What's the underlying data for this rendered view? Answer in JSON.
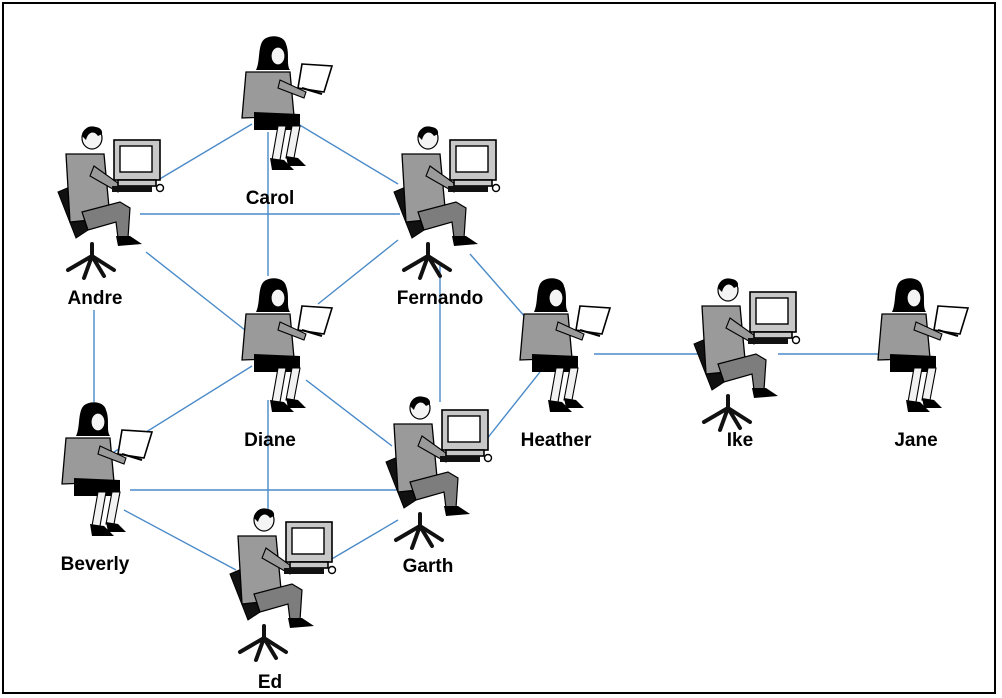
{
  "diagram": {
    "nodes": [
      {
        "id": "carol",
        "name": "Carol",
        "device": "tablet",
        "figure": "woman"
      },
      {
        "id": "andre",
        "name": "Andre",
        "device": "computer",
        "figure": "man"
      },
      {
        "id": "fernando",
        "name": "Fernando",
        "device": "computer",
        "figure": "man"
      },
      {
        "id": "diane",
        "name": "Diane",
        "device": "tablet",
        "figure": "woman"
      },
      {
        "id": "beverly",
        "name": "Beverly",
        "device": "tablet",
        "figure": "woman"
      },
      {
        "id": "garth",
        "name": "Garth",
        "device": "computer",
        "figure": "man"
      },
      {
        "id": "ed",
        "name": "Ed",
        "device": "computer",
        "figure": "man"
      },
      {
        "id": "heather",
        "name": "Heather",
        "device": "tablet",
        "figure": "woman"
      },
      {
        "id": "ike",
        "name": "Ike",
        "device": "computer",
        "figure": "man"
      },
      {
        "id": "jane",
        "name": "Jane",
        "device": "tablet",
        "figure": "woman"
      }
    ],
    "edges": [
      [
        "carol",
        "andre"
      ],
      [
        "carol",
        "fernando"
      ],
      [
        "carol",
        "diane"
      ],
      [
        "andre",
        "fernando"
      ],
      [
        "andre",
        "diane"
      ],
      [
        "andre",
        "beverly"
      ],
      [
        "fernando",
        "diane"
      ],
      [
        "fernando",
        "garth"
      ],
      [
        "fernando",
        "heather"
      ],
      [
        "diane",
        "beverly"
      ],
      [
        "diane",
        "garth"
      ],
      [
        "diane",
        "ed"
      ],
      [
        "beverly",
        "garth"
      ],
      [
        "beverly",
        "ed"
      ],
      [
        "ed",
        "garth"
      ],
      [
        "garth",
        "heather"
      ],
      [
        "heather",
        "ike"
      ],
      [
        "ike",
        "jane"
      ]
    ],
    "colors": {
      "edge": "#4a8ac8",
      "border": "#000000",
      "clothing": "#9a9a9a"
    }
  }
}
